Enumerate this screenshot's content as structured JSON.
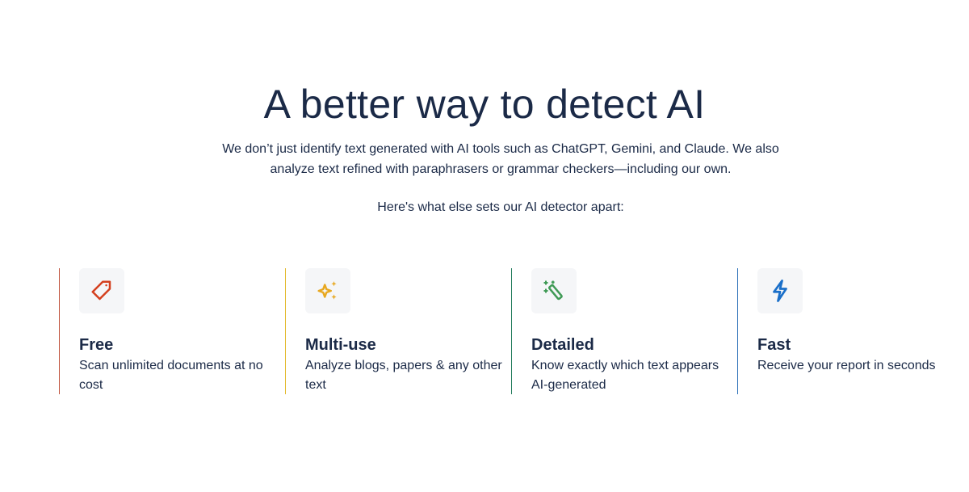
{
  "heading": "A better way to detect AI",
  "intro": "We don’t just identify text generated with AI tools such as ChatGPT, Gemini, and Claude. We also analyze text refined with paraphrasers or grammar checkers—including our own.",
  "apart": "Here's what else sets our AI detector apart:",
  "features": [
    {
      "title": "Free",
      "description": "Scan unlimited documents at no cost",
      "icon": "tag-icon",
      "color": "#d4401f",
      "border": "#c0553f"
    },
    {
      "title": "Multi-use",
      "description": "Analyze blogs, papers & any other text",
      "icon": "sparkles-icon",
      "color": "#e8a820",
      "border": "#e2b92a"
    },
    {
      "title": "Detailed",
      "description": "Know exactly which text appears AI-generated",
      "icon": "magic-wand-icon",
      "color": "#3f9a55",
      "border": "#1f7a5a"
    },
    {
      "title": "Fast",
      "description": "Receive your report in seconds",
      "icon": "lightning-icon",
      "color": "#1a6fc9",
      "border": "#2a6fb8"
    }
  ]
}
